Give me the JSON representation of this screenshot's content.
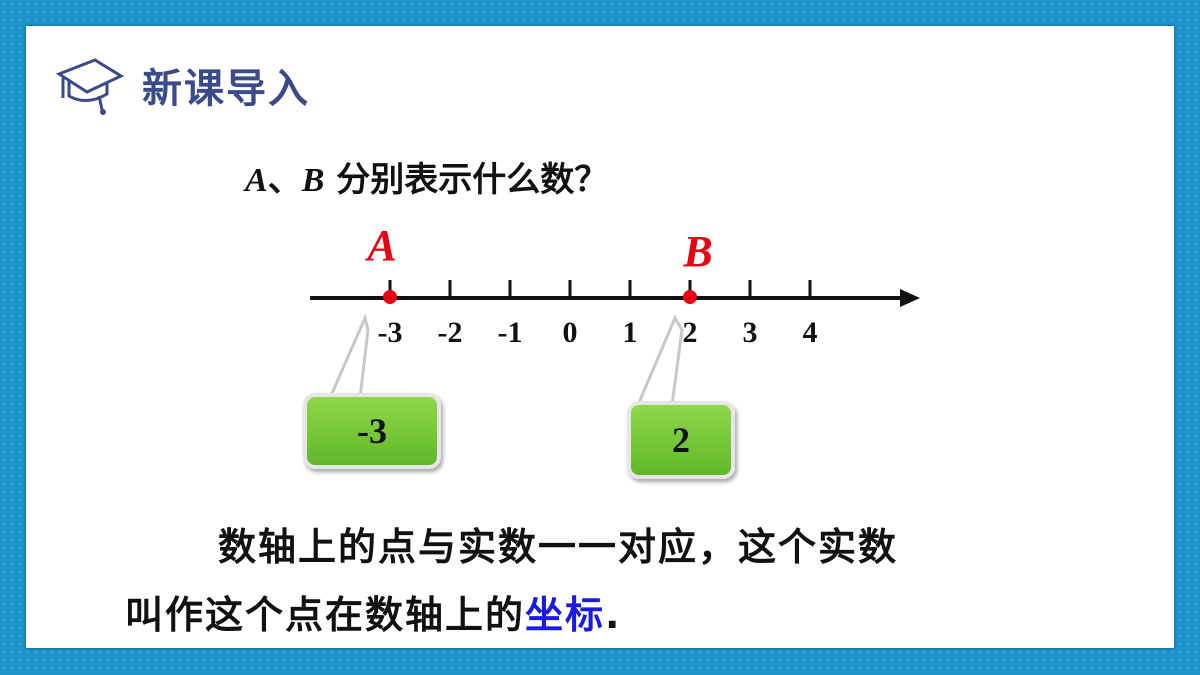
{
  "header": {
    "title": "新课导入",
    "icon": "graduation-cap-icon"
  },
  "question": {
    "label_a": "A",
    "separator": "、",
    "label_b": "B",
    "text": " 分别表示什么数？"
  },
  "number_line": {
    "ticks": [
      "-3",
      "-2",
      "-1",
      "0",
      "1",
      "2",
      "3",
      "4"
    ],
    "point_a": {
      "name": "A",
      "value": -3
    },
    "point_b": {
      "name": "B",
      "value": 2
    },
    "colors": {
      "point": "#e60012",
      "line": "#111111"
    }
  },
  "callouts": {
    "a_value": "-3",
    "b_value": "2"
  },
  "paragraph": {
    "line1": "数轴上的点与实数一一对应，这个实数",
    "line2_prefix": "叫作这个点在数轴上的",
    "line2_highlight": "坐标",
    "line2_suffix": "."
  },
  "colors": {
    "highlight": "#1a1ae6",
    "title": "#3a4a8a",
    "callout": "#6cc534",
    "background": "#1c93cb"
  }
}
